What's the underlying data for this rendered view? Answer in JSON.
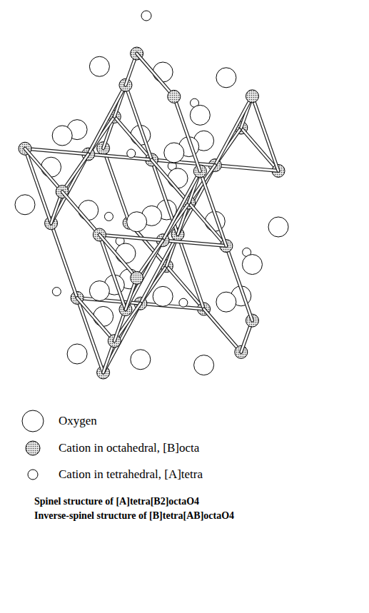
{
  "diagram": {
    "labels": [
      "Spinel structure of [A]tetra[B2]octaO4",
      "Inverse-spinel structure of [B]tetra[AB]octaO4"
    ],
    "legend": [
      {
        "text": "Oxygen"
      },
      {
        "text": "Cation in octahedral, [B]octa"
      },
      {
        "text": "Cation in tetrahedral, [A]tetra"
      }
    ]
  }
}
